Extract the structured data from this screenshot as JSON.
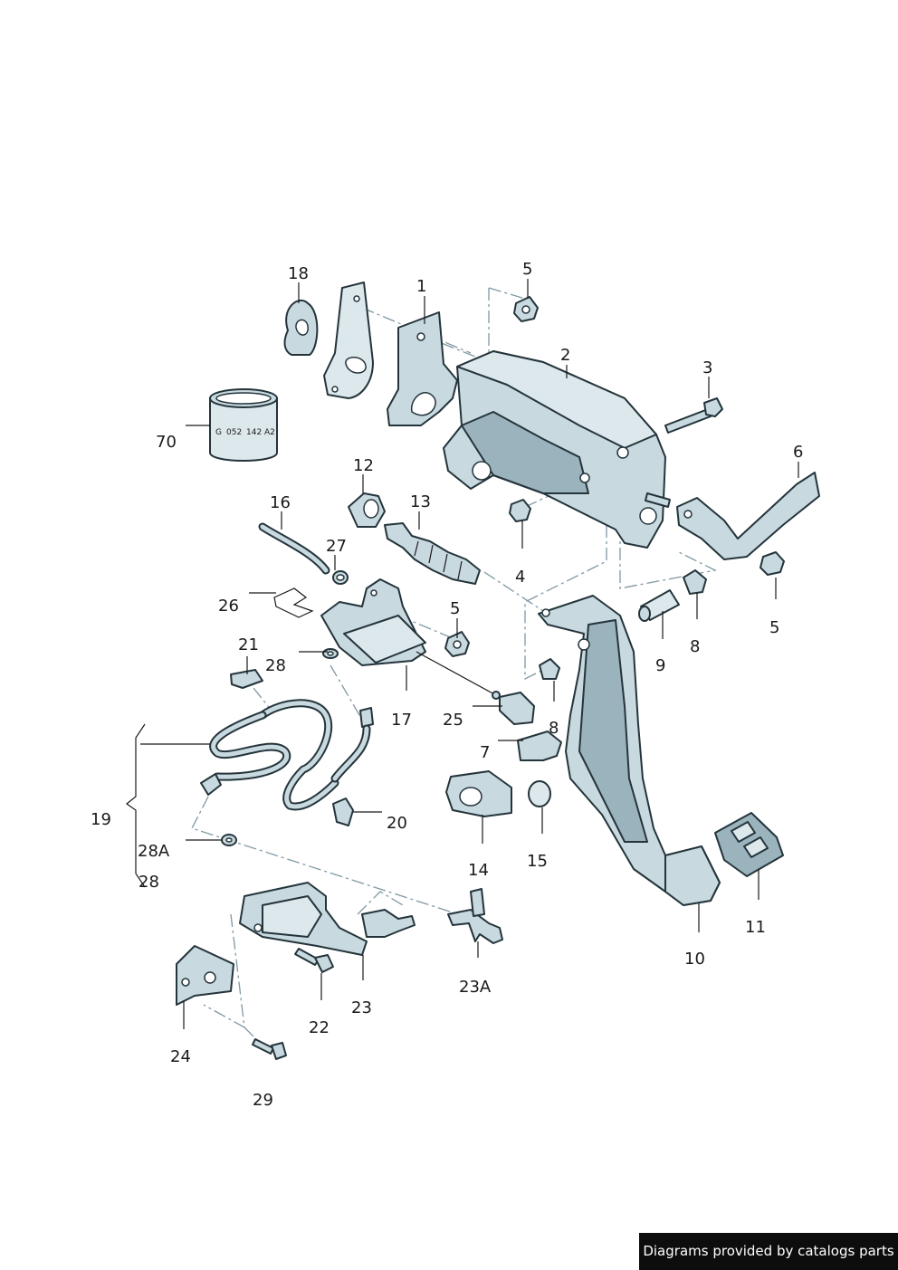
{
  "diagram": {
    "callouts": [
      "1",
      "2",
      "3",
      "4",
      "5",
      "5",
      "5",
      "6",
      "7",
      "8",
      "8",
      "9",
      "10",
      "11",
      "12",
      "13",
      "14",
      "15",
      "16",
      "17",
      "18",
      "19",
      "20",
      "21",
      "22",
      "23",
      "23A",
      "24",
      "25",
      "26",
      "27",
      "28",
      "28",
      "28A",
      "29",
      "70"
    ],
    "part_stamp": [
      "G",
      "052",
      "142",
      "A2"
    ]
  },
  "footer": {
    "credit": "Diagrams provided by catalogs parts"
  },
  "colors": {
    "part_fill": "#c9d9e0",
    "outline": "#24343b",
    "dash_line": "#7f98a3",
    "credit_bg": "#0d0d0d"
  }
}
